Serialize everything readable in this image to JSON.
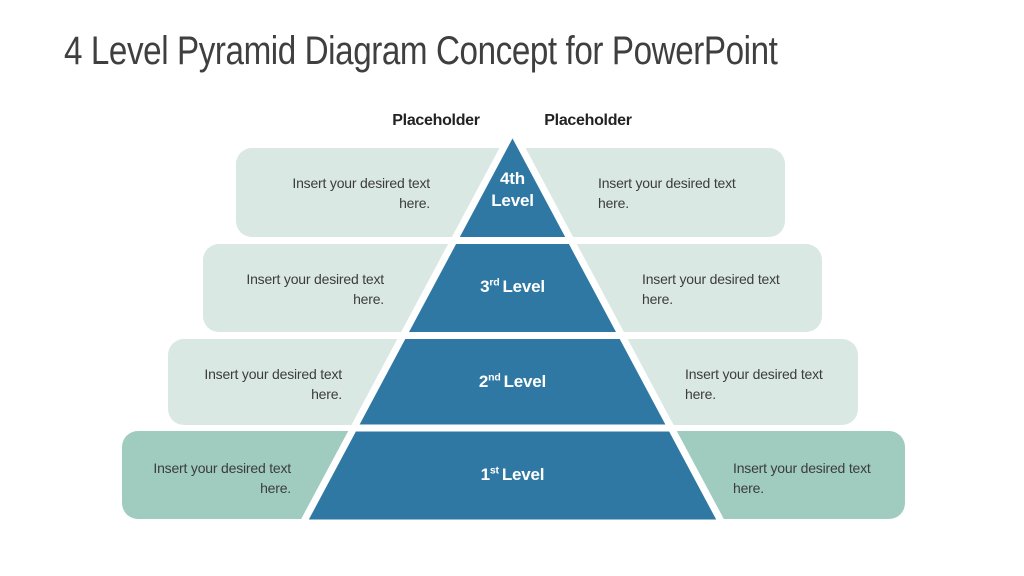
{
  "title": "4 Level Pyramid Diagram Concept for PowerPoint",
  "header": {
    "left_label": "Placeholder",
    "right_label": "Placeholder"
  },
  "pyramid": {
    "levels": [
      {
        "label": "4th Level",
        "line1": "4th",
        "line2": "Level"
      },
      {
        "label": "3rd Level",
        "num": "3",
        "ordinal": "rd",
        "word": "Level"
      },
      {
        "label": "2nd Level",
        "num": "2",
        "ordinal": "nd",
        "word": "Level"
      },
      {
        "label": "1st Level",
        "num": "1",
        "ordinal": "st",
        "word": "Level"
      }
    ]
  },
  "rows": [
    {
      "left": {
        "line1": "Insert your desired text",
        "line2": "here."
      },
      "right": {
        "line1": "Insert your desired text",
        "line2": "here."
      }
    },
    {
      "left": {
        "line1": "Insert your desired text",
        "line2": "here."
      },
      "right": {
        "line1": "Insert your desired text",
        "line2": "here."
      }
    },
    {
      "left": {
        "line1": "Insert your desired text",
        "line2": "here."
      },
      "right": {
        "line1": "Insert your desired text",
        "line2": "here."
      }
    },
    {
      "left": {
        "line1": "Insert your desired text",
        "line2": "here."
      },
      "right": {
        "line1": "Insert your desired text",
        "line2": "here."
      }
    }
  ],
  "colors": {
    "pyramid_blue": "#2F78A3",
    "band_light": "#DAE8E4",
    "band_bottom_green": "#9FCCBE",
    "separator_white": "#FFFFFF",
    "title_text": "#3F3F3F",
    "body_text": "#3C3C3C",
    "header_label_text": "#222222",
    "level_label_text": "#FFFFFF"
  }
}
